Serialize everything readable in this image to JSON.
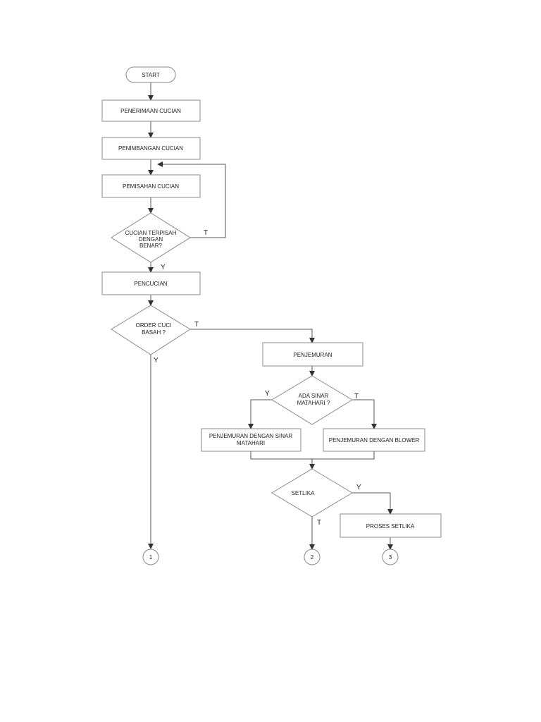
{
  "nodes": {
    "start": "START",
    "penerimaan": "PENERIMAAN CUCIAN",
    "penimbangan": "PENIMBANGAN CUCIAN",
    "pemisahan": "PEMISAHAN CUCIAN",
    "cek_terpisah": [
      "CUCIAN TERPISAH",
      "DENGAN",
      "BENAR?"
    ],
    "pencucian": "PENCUCIAN",
    "order_cuci": [
      "ORDER CUCI",
      "BASAH ?"
    ],
    "penjemuran": "PENJEMURAN",
    "ada_sinar": [
      "ADA SINAR",
      "MATAHARI ?"
    ],
    "jemur_sinar": [
      "PENJEMURAN DENGAN SINAR",
      "MATAHARI"
    ],
    "jemur_blower": "PENJEMURAN DENGAN BLOWER",
    "setlika": "SETLIKA",
    "proses_setlika": "PROSES SETLIKA",
    "connector_1": "1",
    "connector_2": "2",
    "connector_3": "3"
  },
  "edges": {
    "cek_terpisah_no": "T",
    "cek_terpisah_yes": "Y",
    "order_cuci_no": "T",
    "order_cuci_yes": "Y",
    "ada_sinar_yes": "Y",
    "ada_sinar_no": "T",
    "setlika_yes": "Y",
    "setlika_no": "T"
  }
}
